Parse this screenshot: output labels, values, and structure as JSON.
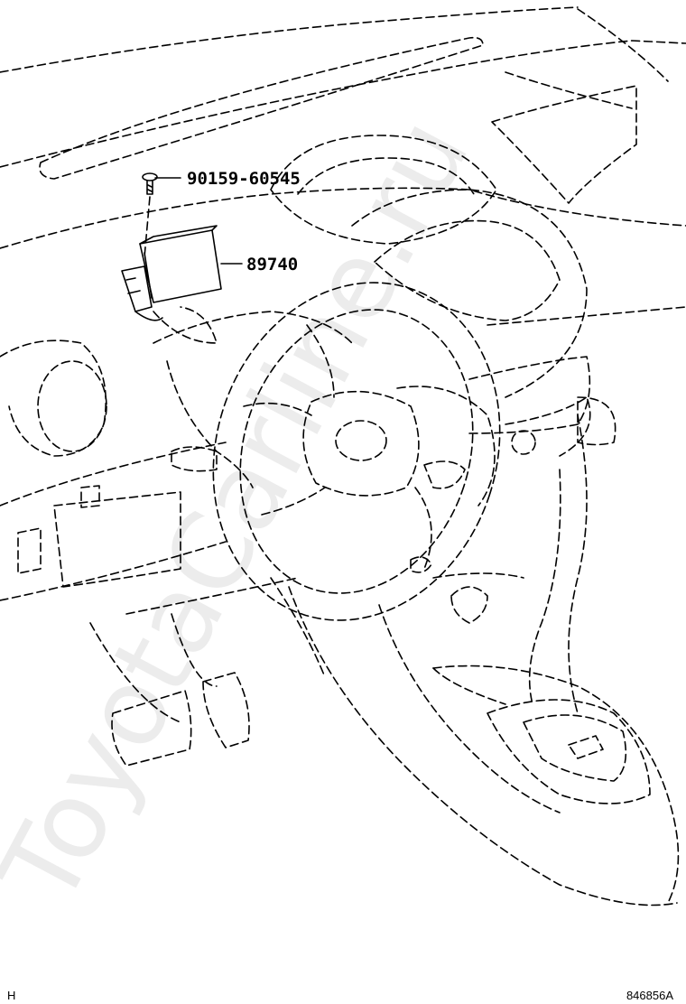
{
  "parts": {
    "bolt_number": "90159-60545",
    "module_number": "89740"
  },
  "watermark": "ToyotaCarline.ru",
  "footer": {
    "left_mark": "H",
    "diagram_code": "846856A"
  },
  "colors": {
    "line": "#000000",
    "background": "#ffffff",
    "watermark": "#e8e8e8"
  }
}
